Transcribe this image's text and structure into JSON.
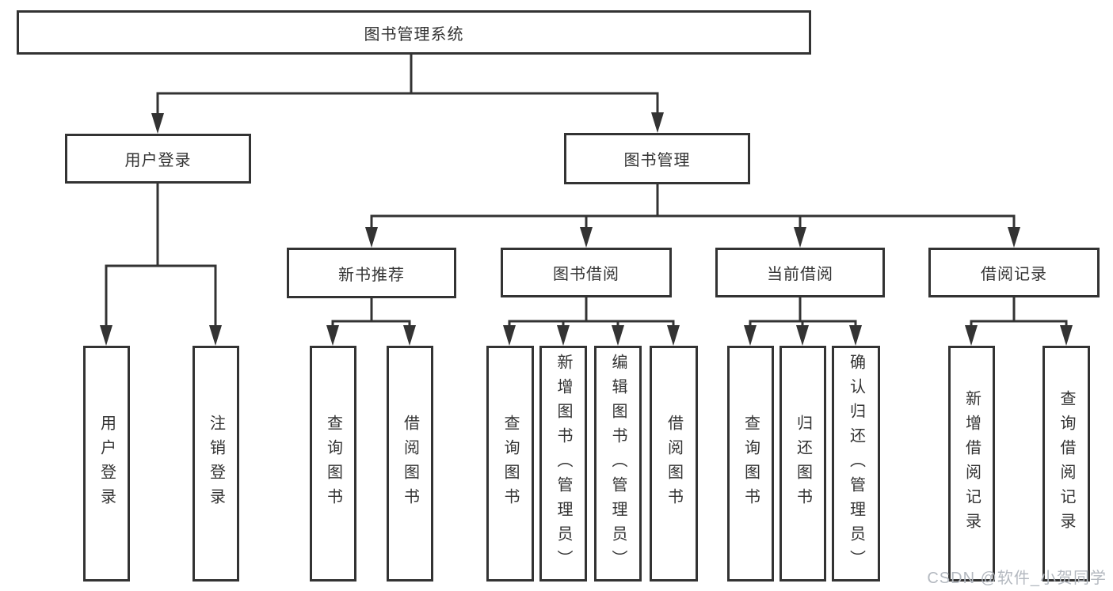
{
  "watermark": "CSDN @软件_小贺同学",
  "colors": {
    "line": "#333333",
    "text": "#333333",
    "background": "#ffffff",
    "watermark": "#b4b9c0"
  },
  "tree": {
    "label": "图书管理系统",
    "children": [
      {
        "label": "用户登录",
        "children": [
          {
            "label": "用户登录"
          },
          {
            "label": "注销登录"
          }
        ]
      },
      {
        "label": "图书管理",
        "children": [
          {
            "label": "新书推荐",
            "children": [
              {
                "label": "查询图书"
              },
              {
                "label": "借阅图书"
              }
            ]
          },
          {
            "label": "图书借阅",
            "children": [
              {
                "label": "查询图书"
              },
              {
                "label": "新增图书（管理员）"
              },
              {
                "label": "编辑图书（管理员）"
              },
              {
                "label": "借阅图书"
              }
            ]
          },
          {
            "label": "当前借阅",
            "children": [
              {
                "label": "查询图书"
              },
              {
                "label": "归还图书"
              },
              {
                "label": "确认归还（管理员）"
              }
            ]
          },
          {
            "label": "借阅记录",
            "children": [
              {
                "label": "新增借阅记录"
              },
              {
                "label": "查询借阅记录"
              }
            ]
          }
        ]
      }
    ]
  }
}
